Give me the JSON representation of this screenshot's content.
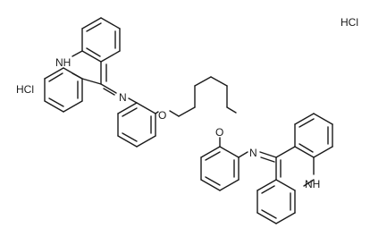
{
  "molecule": {
    "salts": {
      "left": "HCl",
      "right": "HCl"
    },
    "upper_acridine": {
      "nh": "NH",
      "imine_n": "N"
    },
    "upper_ether_o": "O",
    "lower_ether_o": "O",
    "lower_acridine": {
      "imine_n": "N",
      "nh": "NH"
    }
  }
}
